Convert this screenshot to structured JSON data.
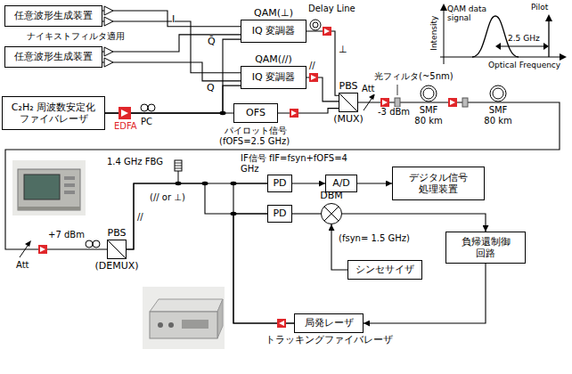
{
  "diagram": {
    "nodes": [
      {
        "text": [
          "任意波形生成装置"
        ]
      },
      {
        "text": [
          "QAM(⊥)",
          "IQ 変調器"
        ]
      },
      {
        "text": [
          "任意波形生成装置"
        ]
      },
      {
        "text": [
          "QAM(//)",
          "IQ 変調器"
        ]
      },
      {
        "text": [
          "C₂H₂ 周波数安定化 ファイバレーザ"
        ]
      },
      {
        "text": [
          "OFS"
        ]
      },
      {
        "text": [
          "PBS",
          "(MUX)"
        ]
      },
      {
        "text": [
          "PBS",
          "(DEMUX)"
        ]
      },
      {
        "text": [
          "PD"
        ]
      },
      {
        "text": [
          "A/D"
        ]
      },
      {
        "text": [
          "デジタル信号 処理装置"
        ]
      },
      {
        "text": [
          "PD"
        ]
      },
      {
        "text": [
          "DBM"
        ]
      },
      {
        "text": [
          "シンセサイザ"
        ]
      },
      {
        "text": [
          "負帰還制御 回路"
        ]
      },
      {
        "text": [
          "局発レーザ",
          "トラッキングファイバレーザ"
        ]
      }
    ],
    "edges": [
      {
        "from": 0,
        "to": 1,
        "arrow": "none"
      },
      {
        "from": 2,
        "to": 1,
        "arrow": "none"
      },
      {
        "from": 0,
        "to": 3,
        "arrow": "none"
      },
      {
        "from": 2,
        "to": 3,
        "arrow": "none"
      },
      {
        "from": 4,
        "to": 1,
        "arrow": "none"
      },
      {
        "from": 4,
        "to": 3,
        "arrow": "none"
      },
      {
        "from": 4,
        "to": 5,
        "arrow": "none"
      },
      {
        "from": 1,
        "to": 6,
        "arrow": "none"
      },
      {
        "from": 3,
        "to": 6,
        "arrow": "none"
      },
      {
        "from": 5,
        "to": 6,
        "arrow": "none"
      },
      {
        "from": 6,
        "to": 7,
        "arrow": "none"
      },
      {
        "from": 7,
        "to": 8,
        "arrow": "none"
      },
      {
        "from": 7,
        "to": 11,
        "arrow": "none"
      },
      {
        "from": 15,
        "to": 8,
        "arrow": "none"
      },
      {
        "from": 15,
        "to": 11,
        "arrow": "none"
      },
      {
        "from": 8,
        "to": 9,
        "arrow": "to"
      },
      {
        "from": 9,
        "to": 10,
        "arrow": "to"
      },
      {
        "from": 11,
        "to": 12,
        "arrow": "none"
      },
      {
        "from": 13,
        "to": 12,
        "arrow": "to"
      },
      {
        "from": 12,
        "to": 14,
        "arrow": "to"
      },
      {
        "from": 14,
        "to": 15,
        "arrow": "to"
      }
    ],
    "labels": [
      "ナイキストフィルタ適用",
      "I",
      "Q̄",
      "Q",
      "Delay Line",
      "⊥",
      "//",
      "EDFA",
      "PC",
      "パイロット信号",
      "(fOFS=2.5 GHz)",
      "光フィルタ(~5nm)",
      "Att",
      "-3 dBm",
      "SMF 80 km",
      "SMF 80 km",
      "+7 dBm",
      "Att",
      "1.4 GHz FBG",
      "IF信号 fIF=fsyn+fOFS=4 GHz",
      "//",
      "(// or ⊥)",
      "(fsyn= 1.5 GHz)",
      "Intensity",
      "QAM data signal",
      "Pilot",
      "2.5 GHz",
      "Optical Frequency"
    ]
  }
}
